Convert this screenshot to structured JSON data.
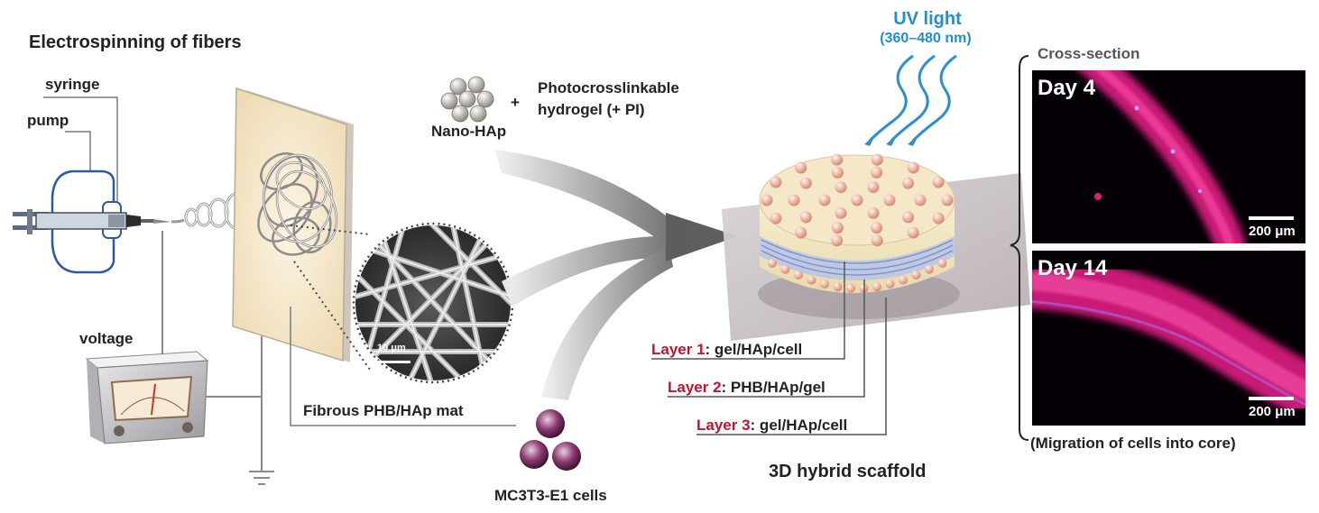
{
  "left": {
    "title": "Electrospinning of fibers",
    "syringe": "syringe",
    "pump": "pump",
    "voltage": "voltage",
    "scale_bar": "10 μm",
    "mat_label": "Fibrous PHB/HAp mat"
  },
  "inputs": {
    "nanohap": "Nano-HAp",
    "plus": "+",
    "hydrogel_line1": "Photocrosslinkable",
    "hydrogel_line2": "hydrogel (+ PI)",
    "cells": "MC3T3-E1 cells"
  },
  "uv": {
    "line1": "UV light",
    "line2": "(360–480 nm)"
  },
  "scaffold": {
    "title": "3D hybrid scaffold",
    "layers": [
      {
        "num": "Layer 1",
        "desc": ": gel/HAp/cell"
      },
      {
        "num": "Layer 2",
        "desc": ": PHB/HAp/gel"
      },
      {
        "num": "Layer 3",
        "desc": ": gel/HAp/cell"
      }
    ]
  },
  "right": {
    "title": "Cross-section",
    "day4": "Day 4",
    "day14": "Day 14",
    "scale1": "200 μm",
    "scale2": "200 μm",
    "caption": "(Migration of cells into core)"
  },
  "colors": {
    "layer_label_red": "#c8102e",
    "uv_blue": "#1f8fd1",
    "fluorescence_pink": "#e0197a"
  }
}
